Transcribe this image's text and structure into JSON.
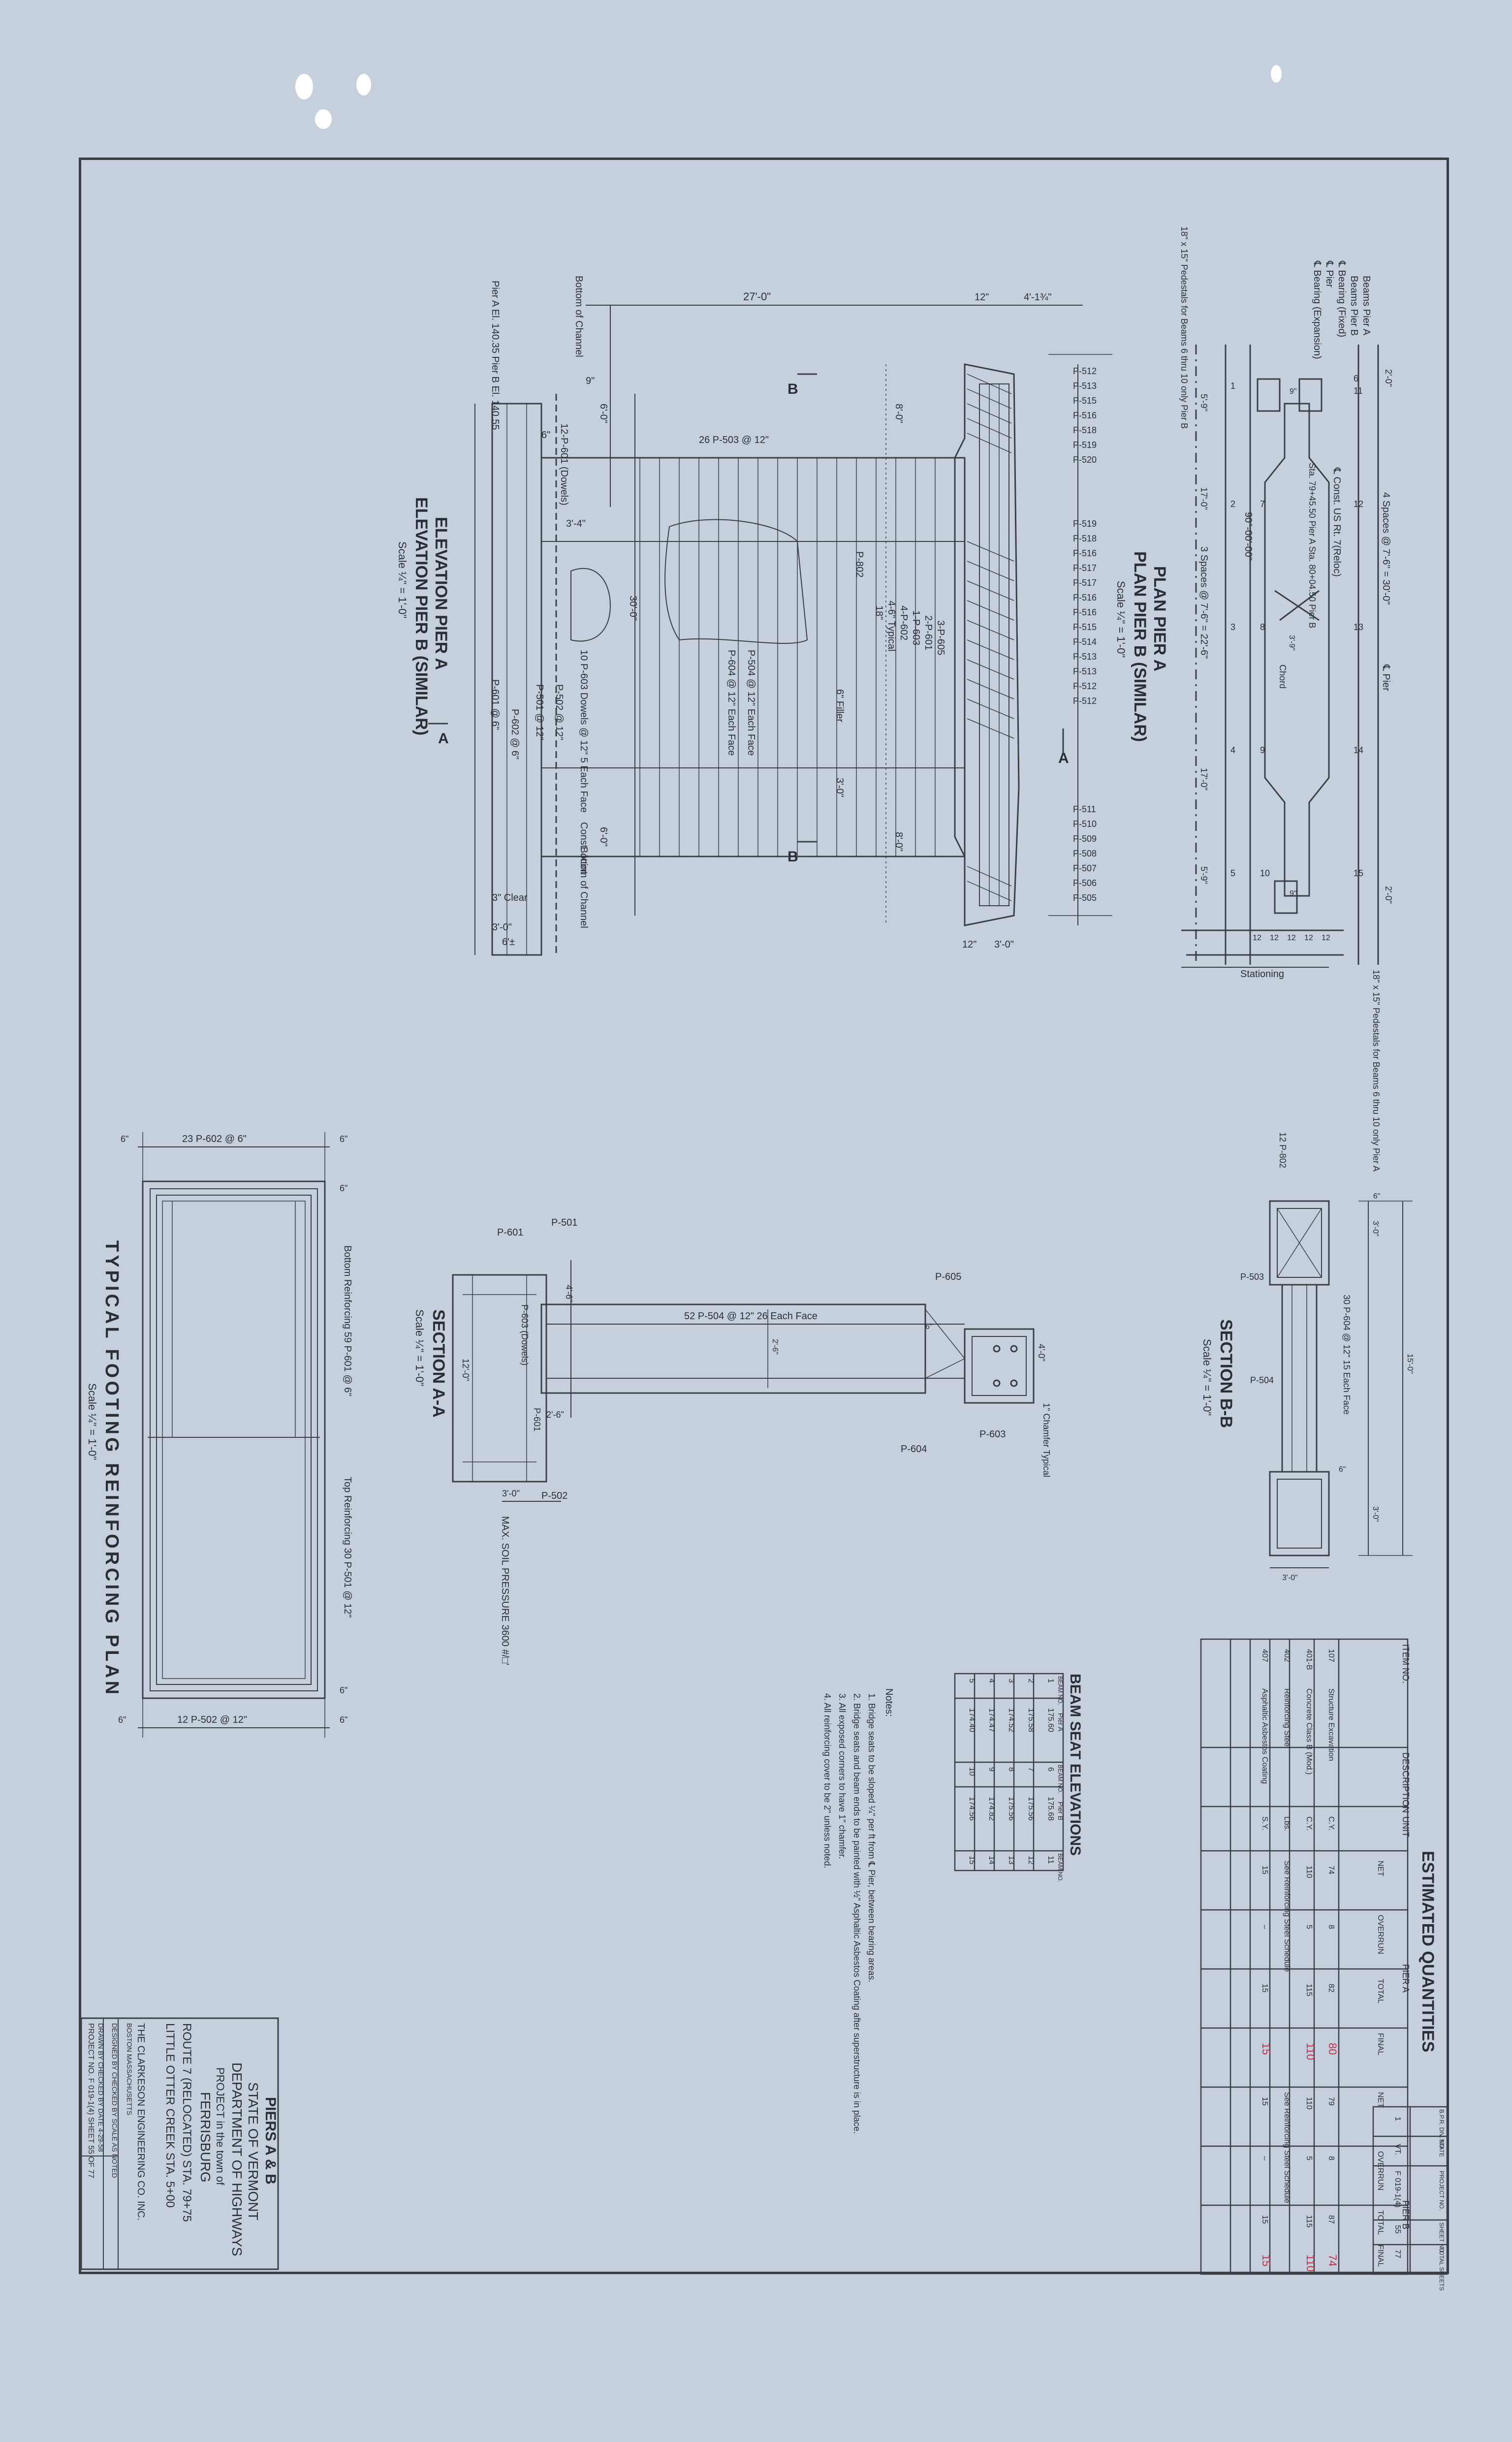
{
  "plan": {
    "title": "PLAN PIER A",
    "subtitle": "PLAN PIER B (SIMILAR)",
    "scale": "Scale ¼\" = 1'-0\"",
    "beams_pier_a": "Beams Pier A",
    "beams_pier_b": "Beams Pier B",
    "bearing_fixed": "℄ Bearing (Fixed)",
    "pier_cl": "℄ Pier",
    "bearing_exp": "℄ Bearing (Expansion)",
    "pedestals_left": "18\" x 15\" Pedestals for Beams 6 thru 10 only Pier B",
    "pedestals_right": "18\" x 15\" Pedestals for Beams 6 thru 10 only Pier A",
    "const_route": "℄ Const. US Rt. 7(Reloc)",
    "stations": "Sta. 79+45.50 Pier A  Sta. 80+04.50 Pier B",
    "spaces_top": "4 Spaces @ 7'-6\" = 30'-0\"",
    "spaces_mid": "3 Spaces @ 7'-6\" = 22'-6\"",
    "angle": "90°-00'-00\"",
    "dims": [
      "2'-0\"",
      "5'-9\"",
      "17'-0\"",
      "17'-0\"",
      "5'-9\"",
      "2'-0\"",
      "12",
      "12",
      "12",
      "12",
      "12",
      "9\"",
      "9\"",
      "3'-9\""
    ],
    "chord": "Chord",
    "cl_pier": "℄ Pier",
    "stationing": "Stationing",
    "beam_numbers": [
      "6",
      "11",
      "1",
      "2",
      "7",
      "3",
      "8",
      "13",
      "12",
      "14",
      "9",
      "4",
      "15",
      "10",
      "5"
    ]
  },
  "elevation": {
    "title": "ELEVATION PIER A",
    "subtitle": "ELEVATION PIER B (SIMILAR)",
    "scale": "Scale ¼\" = 1'-0\"",
    "pier_elev": "Pier A El. 140.35  Pier B El. 140.55",
    "bottom_channel_top": "Bottom of Channel",
    "bottom_channel_bottom": "Bottom of Channel",
    "dim_27": "27'-0\"",
    "dim_12a": "12\"",
    "dim_4134": "4'-1¾\"",
    "dim_6a": "6'-0\"",
    "dim_6b": "6'-0\"",
    "dim_34": "3'-4\"",
    "dim_30": "30'-0\"",
    "dim_8a": "8'-0\"",
    "dim_8b": "8'-0\"",
    "dim_3a": "3'-0\"",
    "dim_3b": "3'-0\"",
    "dim_3c": "3'-0\"",
    "dim_6pm": "6'±",
    "dim_12b": "12\"",
    "bars": [
      "26 P-503 @ 12\"",
      "P-601 @ 6\"",
      "P-501 @ 12\"",
      "P-502 @ 12\"",
      "P-602 @ 6\"",
      "P-504 @ 12\" Each Face",
      "P-604 @ 12\" Each Face",
      "2-P-601",
      "1-P-603",
      "3-P-605",
      "4-P-602",
      "4-6\" Typical",
      "18\"",
      "10 P-603 Dowels @ 12\" 5 Each Face",
      "12-P-601 (Dowels)",
      "P-802",
      "6\" Filler",
      "Const. Joint",
      "3\" Clear",
      "6\"",
      "9\""
    ],
    "marks_top": [
      "P-512",
      "P-513",
      "P-515",
      "P-516",
      "P-518",
      "P-519",
      "P-520"
    ],
    "marks_mid": [
      "P-519",
      "P-518",
      "P-516",
      "P-517",
      "P-517",
      "P-516",
      "P-516",
      "P-515",
      "P-514",
      "P-513",
      "P-513",
      "P-512",
      "P-512"
    ],
    "marks_bottom": [
      "P-511",
      "P-510",
      "P-509",
      "P-508",
      "P-507",
      "P-506",
      "P-505"
    ],
    "section_a": "A",
    "section_b": "B"
  },
  "footing": {
    "title": "TYPICAL FOOTING REINFORCING PLAN",
    "scale": "Scale ¼\" = 1'-0\"",
    "top_bars": "23 P-602 @ 6\"",
    "bottom_bars": "12 P-502 @ 12\"",
    "bottom_reinf": "Bottom Reinforcing 59 P-601 @ 6\"",
    "top_reinf": "Top Reinforcing 30 P-501 @ 12\"",
    "dims": [
      "6\"",
      "6\"",
      "6\"",
      "6\"",
      "6\"",
      "6\""
    ]
  },
  "section_aa": {
    "title": "SECTION A-A",
    "scale": "Scale ¼\" = 1'-0\"",
    "bars": [
      "P-501",
      "P-502",
      "P-603 (Dowels)",
      "P-601",
      "52 P-504 @ 12\" 26 Each Face",
      "P-604",
      "P-603",
      "P-605",
      "P-601"
    ],
    "dims": [
      "4'-6\"",
      "12'-0\"",
      "2'-6\"",
      "3'-0\"",
      "4'-0\"",
      "6\"",
      "2'-6\""
    ],
    "chamfer": "1\" Chamfer Typical",
    "pressure": "MAX. SOIL PRESSURE 3600 #/□'"
  },
  "section_bb": {
    "title": "SECTION B-B",
    "scale": "Scale ¼\" = 1'-0\"",
    "bars": [
      "12 P-802",
      "P-503",
      "P-504",
      "30 P-604 @ 12\" 15 Each Face"
    ],
    "dims": [
      "6\"",
      "3'-0\"",
      "15'-0\"",
      "6\"",
      "3'-0\"",
      "3'-0\""
    ]
  },
  "quantities": {
    "title": "ESTIMATED QUANTITIES",
    "headers": [
      "ITEM NO.",
      "DESCRIPTION",
      "UNIT",
      "PIER A",
      "PIER B"
    ],
    "subheaders": [
      "NET",
      "OVERRUN",
      "TOTAL",
      "FINAL",
      "NET",
      "OVERRUN",
      "TOTAL",
      "FINAL"
    ],
    "rows": [
      [
        "107",
        "Structure Excavation",
        "C.Y.",
        "74",
        "8",
        "82",
        "",
        "79",
        "8",
        "87",
        ""
      ],
      [
        "401-B",
        "Concrete Class B (Mod.)",
        "C.Y.",
        "110",
        "5",
        "115",
        "",
        "110",
        "5",
        "115",
        ""
      ],
      [
        "402",
        "Reinforcing Steel",
        "Lbs.",
        "See Reinforcing Steel Schedule",
        "",
        "",
        "",
        "See Reinforcing Steel Schedule",
        "",
        "",
        ""
      ],
      [
        "407",
        "Asphaltic Asbestos Coating",
        "S.Y.",
        "15",
        "–",
        "15",
        "",
        "15",
        "–",
        "15",
        ""
      ]
    ],
    "handwritten": [
      "80",
      "110",
      "15",
      "74",
      "110",
      "15"
    ]
  },
  "beam_seats": {
    "title": "BEAM SEAT ELEVATIONS",
    "headers": [
      "BEAM NO.",
      "Pier A",
      "BEAM NO.",
      "Pier B",
      "BEAM NO."
    ],
    "rows": [
      [
        "1",
        "175.60",
        "6",
        "175.68",
        "11"
      ],
      [
        "2",
        "175.58",
        "7",
        "175.56",
        "12"
      ],
      [
        "3",
        "174.52",
        "8",
        "175.56",
        "13"
      ],
      [
        "4",
        "174.47",
        "9",
        "174.82",
        "14"
      ],
      [
        "5",
        "174.40",
        "10",
        "174.56",
        "15"
      ]
    ]
  },
  "notes": {
    "title": "Notes:",
    "items": [
      "1. Bridge seats to be sloped ¼\" per ft from ℄ Pier, between bearing areas.",
      "2. Bridge seats and beam ends to be painted with ½\" Asphaltic Asbestos Coating after superstructure is in place.",
      "3. All exposed corners to have 1\" chamfer.",
      "4. All reinforcing cover to be 2\" unless noted."
    ]
  },
  "title_block": {
    "line1": "PIERS A & B",
    "line2": "STATE OF VERMONT",
    "line3": "DEPARTMENT OF HIGHWAYS",
    "line4": "PROJECT in the town of",
    "line5": "FERRISBURG",
    "line6": "ROUTE 7 (RELOCATED)    STA. 79+75",
    "line7": "LITTLE OTTER CREEK    STA. 5+00",
    "line8": "THE CLARKESON ENGINEERING CO. INC.",
    "line9": "BOSTON    MASSACHUSETTS",
    "line10": "DESIGNED BY   CHECKED BY   SCALE AS NOTED",
    "line11": "DRAWN BY     CHECKED BY   DATE 4-29-58",
    "line12": "PROJECT NO. F 019-1(4)    SHEET 55 OF 77"
  },
  "corner_block": {
    "headers": [
      "B.P.R. DIV. NO.",
      "STATE",
      "PROJECT NO.",
      "SHEET NO.",
      "TOTAL SHEETS"
    ],
    "values": [
      "1",
      "VT.",
      "F 019-1(4)",
      "55",
      "77"
    ]
  }
}
